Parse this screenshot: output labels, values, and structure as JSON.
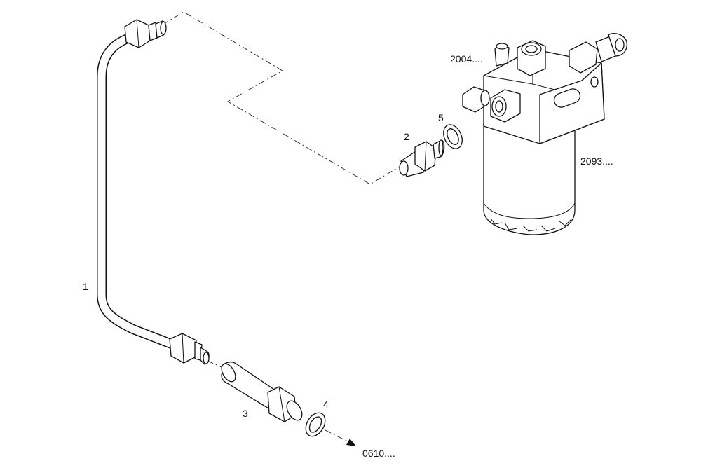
{
  "callouts": {
    "part_1": "1",
    "part_2": "2",
    "part_3": "3",
    "part_4": "4",
    "part_5": "5",
    "ref_2004": "2004....",
    "ref_2093": "2093....",
    "ref_0610": "0610...."
  }
}
